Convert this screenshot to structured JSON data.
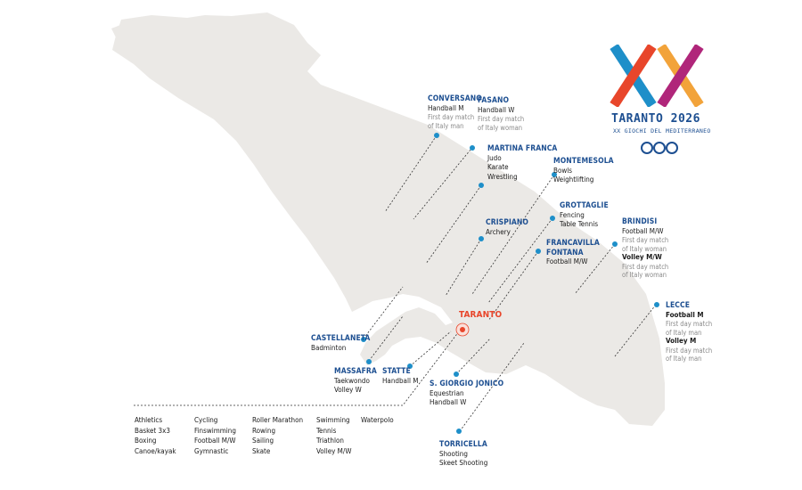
{
  "colors": {
    "land": "#ebe9e6",
    "accent_blue": "#1d4f91",
    "dot_blue": "#1e8fc9",
    "host_red": "#e8462b",
    "note_gray": "#8a8a8a"
  },
  "logo": {
    "numeral": "XX",
    "title": "TARANTO 2026",
    "subtitle": "XX GIOCHI DEL MEDITERRANEO",
    "icon": "three-rings-icon"
  },
  "host": {
    "name": "TARANTO"
  },
  "venues": [
    {
      "id": "conversano",
      "name": "CONVERSANO",
      "sports": [
        "Handball M"
      ],
      "notes": [
        "First day match",
        "of Italy man"
      ]
    },
    {
      "id": "fasano",
      "name": "FASANO",
      "sports": [
        "Handball W"
      ],
      "notes": [
        "First day match",
        "of Italy woman"
      ]
    },
    {
      "id": "martina-franca",
      "name": "MARTINA FRANCA",
      "sports": [
        "Judo",
        "Karate",
        "Wrestling"
      ]
    },
    {
      "id": "montemesola",
      "name": "MONTEMESOLA",
      "sports": [
        "Bowls",
        "Weightlifting"
      ]
    },
    {
      "id": "grottaglie",
      "name": "GROTTAGLIE",
      "sports": [
        "Fencing",
        "Table Tennis"
      ]
    },
    {
      "id": "crispiano",
      "name": "CRISPIANO",
      "sports": [
        "Archery"
      ]
    },
    {
      "id": "francavilla-fontana",
      "name": "FRANCAVILLA",
      "name2": "FONTANA",
      "sports": [
        "Football M/W"
      ]
    },
    {
      "id": "brindisi",
      "name": "BRINDISI",
      "sports": [
        "Football M/W"
      ],
      "notes": [
        "First day match",
        "of Italy woman"
      ],
      "sports2": [
        "Volley M/W"
      ],
      "notes2": [
        "First day match",
        "of Italy woman"
      ]
    },
    {
      "id": "lecce",
      "name": "LECCE",
      "sports": [
        "Football M"
      ],
      "notes": [
        "First day match",
        "of Italy man"
      ],
      "sports2": [
        "Volley M"
      ],
      "notes2": [
        "First day match",
        "of Italy man"
      ]
    },
    {
      "id": "castellaneta",
      "name": "CASTELLANETA",
      "sports": [
        "Badminton"
      ]
    },
    {
      "id": "massafra",
      "name": "MASSAFRA",
      "sports": [
        "Taekwondo",
        "Volley W"
      ]
    },
    {
      "id": "statte",
      "name": "STATTE",
      "sports": [
        "Handball M"
      ]
    },
    {
      "id": "san-giorgio-jonico",
      "name": "S. GIORGIO JONICO",
      "sports": [
        "Equestrian",
        "Handball W"
      ]
    },
    {
      "id": "torricella",
      "name": "TORRICELLA",
      "sports": [
        "Shooting",
        "Skeet Shooting"
      ]
    }
  ],
  "taranto_sports": [
    [
      "Athletics",
      "Basket 3x3",
      "Boxing",
      "Canoe/kayak"
    ],
    [
      "Cycling",
      "Finswimming",
      "Football M/W",
      "Gymnastic"
    ],
    [
      "Roller Marathon",
      "Rowing",
      "Sailing",
      "Skate"
    ],
    [
      "Swimming",
      "Tennis",
      "Triathlon",
      "Volley M/W"
    ],
    [
      "Waterpolo"
    ]
  ]
}
